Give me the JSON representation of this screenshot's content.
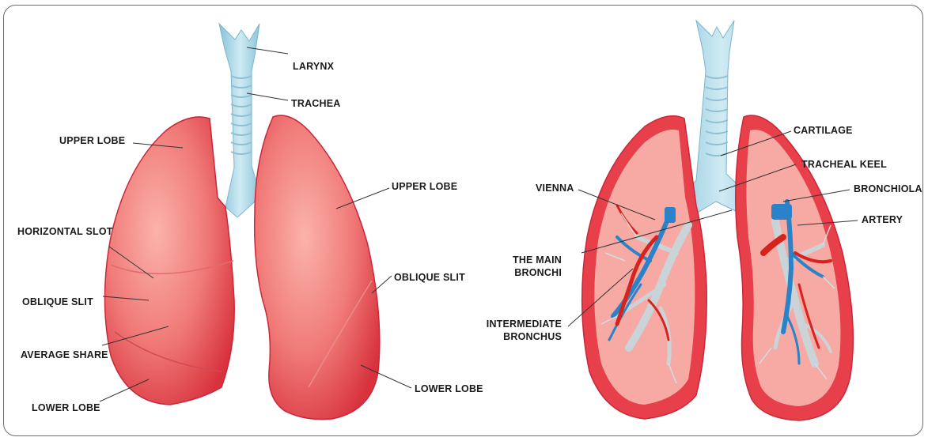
{
  "left_diagram": {
    "larynx": "LARYNX",
    "trachea": "TRACHEA",
    "upper_lobe_left": "UPPER LOBE",
    "upper_lobe_right": "UPPER LOBE",
    "horizontal_slot": "HORIZONTAL SLOT",
    "oblique_slit_left": "OBLIQUE SLIT",
    "oblique_slit_right": "OBLIQUE SLIT",
    "average_share": "AVERAGE SHARE",
    "lower_lobe_left": "LOWER LOBE",
    "lower_lobe_right": "LOWER LOBE"
  },
  "right_diagram": {
    "cartilage": "CARTILAGE",
    "tracheal_keel": "TRACHEAL KEEL",
    "bronchiola": "BRONCHIOLA",
    "artery": "ARTERY",
    "vienna": "VIENNA",
    "main_bronchi_line1": "THE MAIN",
    "main_bronchi_line2": "BRONCHI",
    "intermediate_line1": "INTERMEDIATE",
    "intermediate_line2": "BRONCHUS"
  },
  "colors": {
    "lung_outer": "#e8404a",
    "lung_inner": "#f7a9a4",
    "trachea": "#a9d6e6",
    "vein": "#2a83c9",
    "artery": "#d8231c",
    "bronchi": "#c9d3d8"
  }
}
